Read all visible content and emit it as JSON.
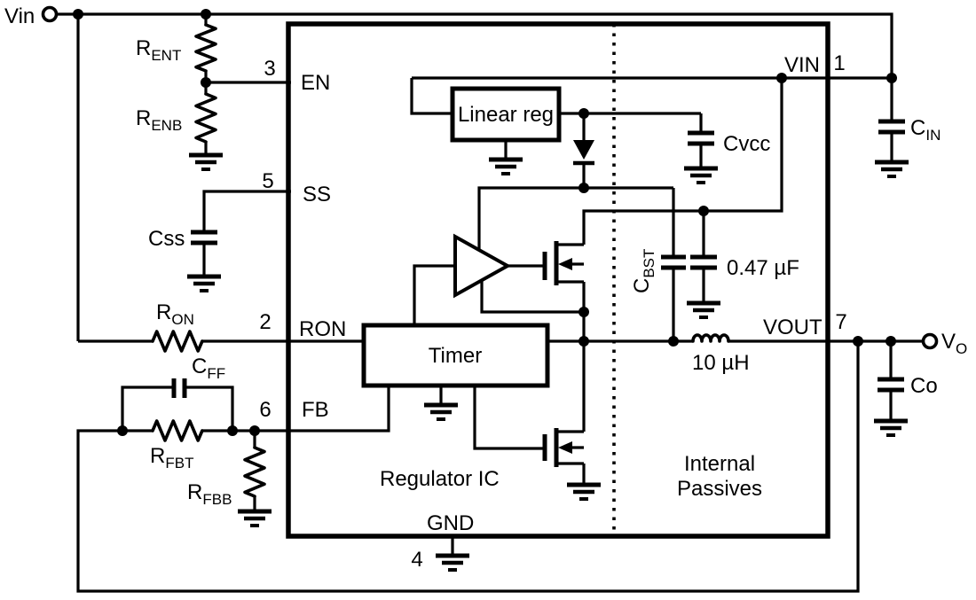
{
  "terminals": {
    "input": "Vin",
    "output_main": "V",
    "output_sub": "O"
  },
  "pins": {
    "en": {
      "number": "3",
      "label": "EN"
    },
    "ss": {
      "number": "5",
      "label": "SS"
    },
    "ron": {
      "number": "2",
      "label": "RON"
    },
    "fb": {
      "number": "6",
      "label": "FB"
    },
    "vin": {
      "number": "1",
      "label": "VIN"
    },
    "vout": {
      "number": "7",
      "label": "VOUT"
    },
    "gnd": {
      "number": "4",
      "label": "GND"
    }
  },
  "blocks": {
    "linear_reg": "Linear reg",
    "timer": "Timer",
    "regulator_ic": "Regulator IC",
    "internal_passives_line1": "Internal",
    "internal_passives_line2": "Passives"
  },
  "components": {
    "rent": {
      "main": "R",
      "sub": "ENT"
    },
    "renb": {
      "main": "R",
      "sub": "ENB"
    },
    "css": {
      "label": "Css"
    },
    "ron": {
      "main": "R",
      "sub": "ON"
    },
    "cff": {
      "main": "C",
      "sub": "FF"
    },
    "rfbt": {
      "main": "R",
      "sub": "FBT"
    },
    "rfbb": {
      "main": "R",
      "sub": "FBB"
    },
    "cin": {
      "main": "C",
      "sub": "IN"
    },
    "cvcc": {
      "label": "Cvcc"
    },
    "cbst": {
      "main": "C",
      "sub": "BST"
    },
    "boot_cap_value": "0.47 µF",
    "inductor_value": "10 µH",
    "co": {
      "label": "Co"
    }
  },
  "colors": {
    "stroke": "#000000",
    "background": "#ffffff"
  }
}
